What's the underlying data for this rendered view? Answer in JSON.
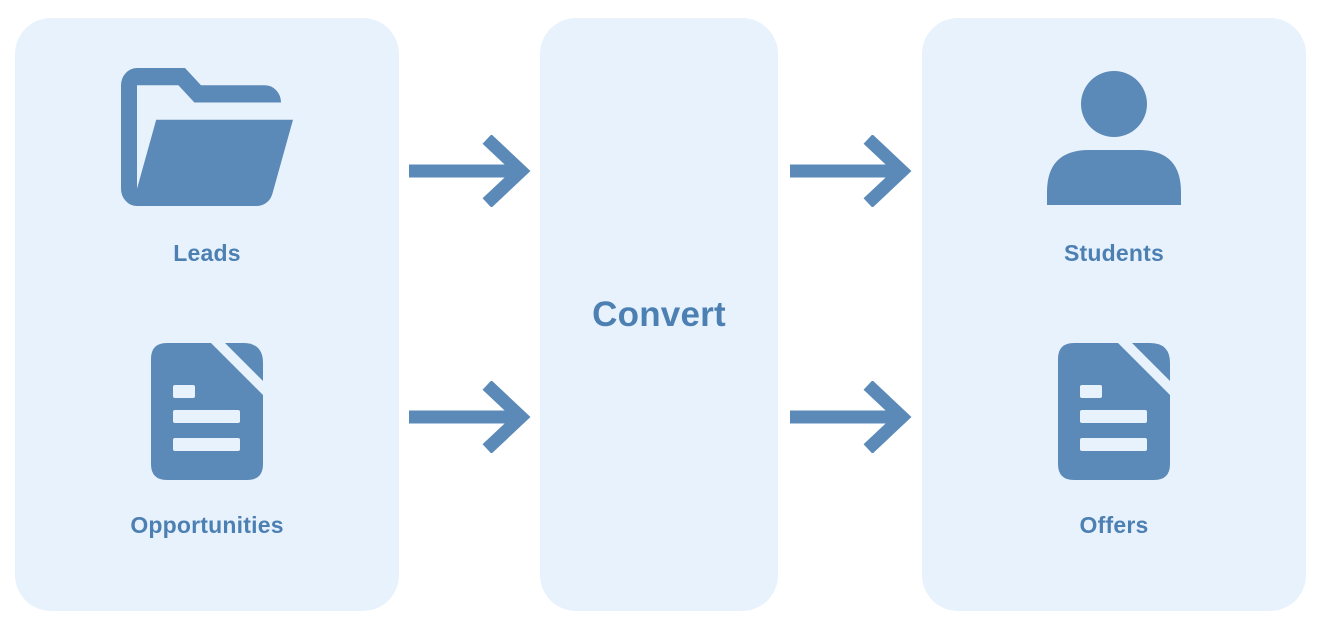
{
  "colors": {
    "accent_blue": "#5b8ab8",
    "label_text": "#4d80b2",
    "panel_background": "#e8f2fd",
    "canvas_background": "#ffffff"
  },
  "diagram": {
    "left_panel": {
      "items": [
        {
          "icon": "open-folder-icon",
          "label": "Leads"
        },
        {
          "icon": "document-icon",
          "label": "Opportunities"
        }
      ]
    },
    "center_panel": {
      "title": "Convert"
    },
    "right_panel": {
      "items": [
        {
          "icon": "person-icon",
          "label": "Students"
        },
        {
          "icon": "document-icon",
          "label": "Offers"
        }
      ]
    },
    "arrows": [
      "leads-to-convert",
      "opportunities-to-convert",
      "convert-to-students",
      "convert-to-offers"
    ]
  }
}
